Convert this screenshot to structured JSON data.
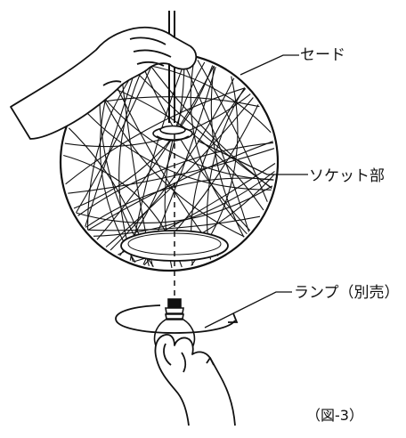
{
  "labels": {
    "shade": "セード",
    "socket": "ソケット部",
    "lamp": "ランプ（別売）"
  },
  "figure_number": "（図-3）",
  "colors": {
    "line": "#111111",
    "background": "#ffffff"
  }
}
